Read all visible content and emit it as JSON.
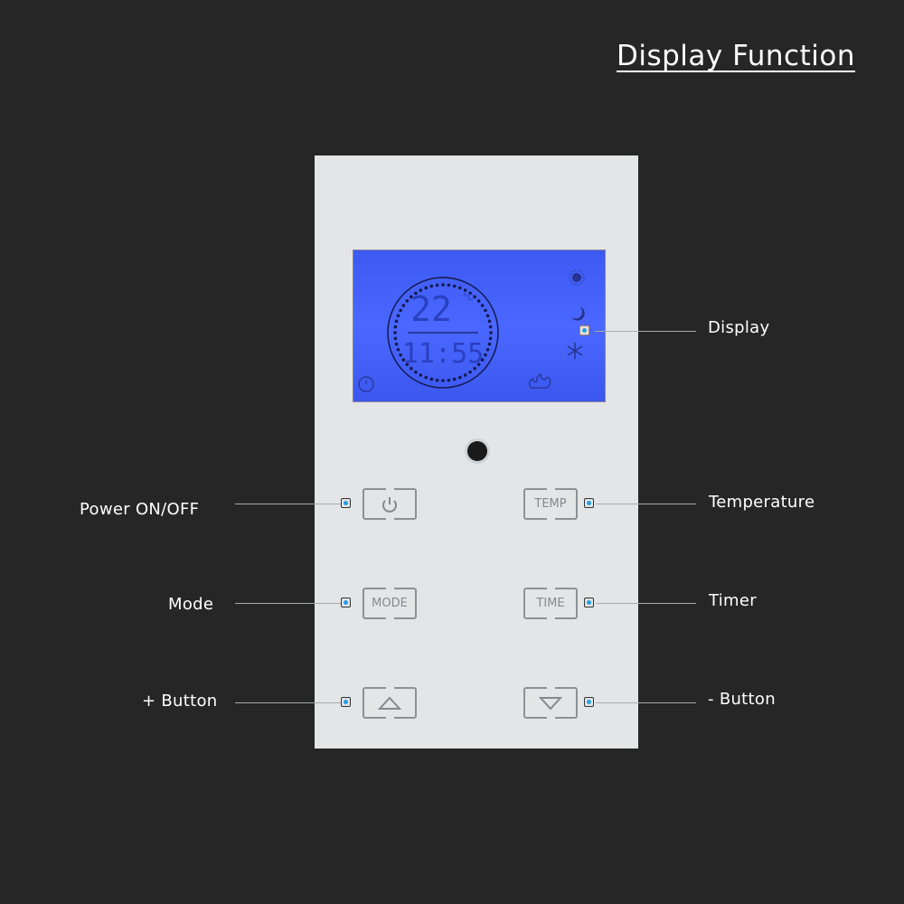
{
  "title": "Display Function",
  "display": {
    "temperature": "22",
    "unit": "°C",
    "time": "11:55"
  },
  "labels": {
    "display": "Display",
    "power": "Power ON/OFF",
    "temperature": "Temperature",
    "mode": "Mode",
    "timer": "Timer",
    "plus": "+ Button",
    "minus": "- Button"
  },
  "buttons": {
    "temp": "TEMP",
    "mode": "MODE",
    "time": "TIME"
  },
  "icons": [
    "sun-icon",
    "moon-icon",
    "snowflake-icon",
    "clock-icon",
    "flame-icon",
    "power-icon",
    "up-triangle-icon",
    "down-triangle-icon"
  ],
  "colors": {
    "background": "#262626",
    "lcd": "#4a68ff",
    "indicator": "#2a9ee0"
  }
}
